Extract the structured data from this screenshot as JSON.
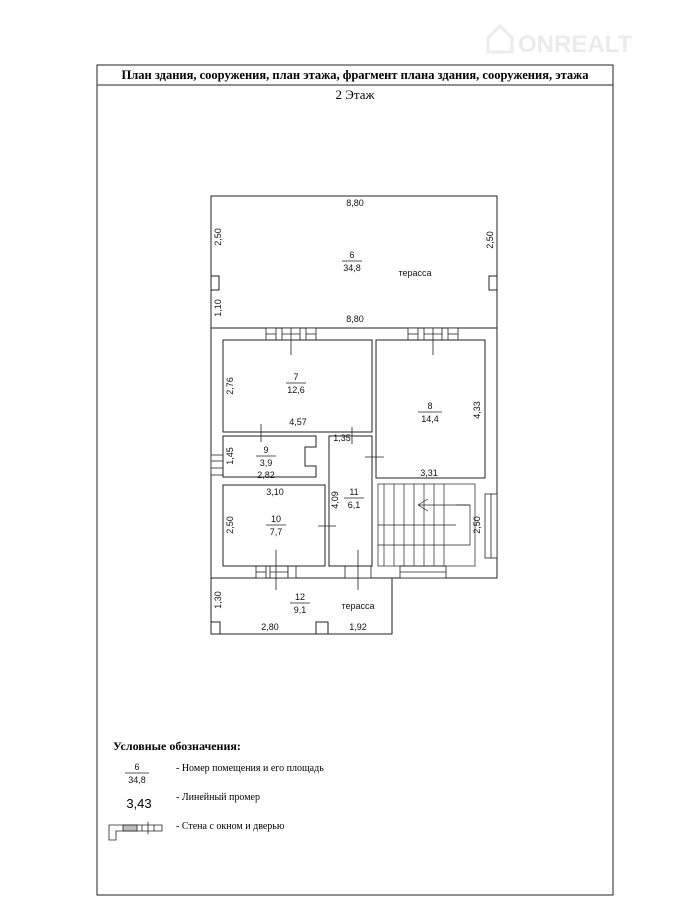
{
  "watermark": "ONREALT",
  "header": {
    "title": "План здания, сооружения, план этажа, фрагмент плана здания, сооружения, этажа",
    "floor": "2 Этаж"
  },
  "rooms": [
    {
      "number": "6",
      "area": "34,8",
      "label": "терасса"
    },
    {
      "number": "7",
      "area": "12,6"
    },
    {
      "number": "8",
      "area": "14,4"
    },
    {
      "number": "9",
      "area": "3,9"
    },
    {
      "number": "10",
      "area": "7,7"
    },
    {
      "number": "11",
      "area": "6,1"
    },
    {
      "number": "12",
      "area": "9,1",
      "label": "терасса"
    }
  ],
  "dimensions": {
    "terrace_top_width": "8,80",
    "terrace_bottom_width": "8,80",
    "terrace_left_height": "2,50",
    "terrace_right_height": "2,50",
    "terrace_left_small": "1,10",
    "room7_height": "2,76",
    "room7_width": "4,57",
    "room8_height": "4,33",
    "room8_width": "3,31",
    "room9_height": "1,45",
    "room9_width": "2,82",
    "room10_width": "3,10",
    "room10_height": "2,50",
    "room11_width": "1,35",
    "room11_height": "4,09",
    "stairs_height": "2,50",
    "terrace2_height": "1,30",
    "terrace2_width_left": "2,80",
    "terrace2_width_right": "1,92"
  },
  "legend": {
    "title": "Условные обозначения:",
    "items": [
      {
        "symbol_number": "6",
        "symbol_area": "34,8",
        "text": "- Номер помещения и его площадь"
      },
      {
        "symbol": "3,43",
        "text": "- Линейный промер"
      },
      {
        "text": "- Стена с окном и дверью"
      }
    ]
  }
}
